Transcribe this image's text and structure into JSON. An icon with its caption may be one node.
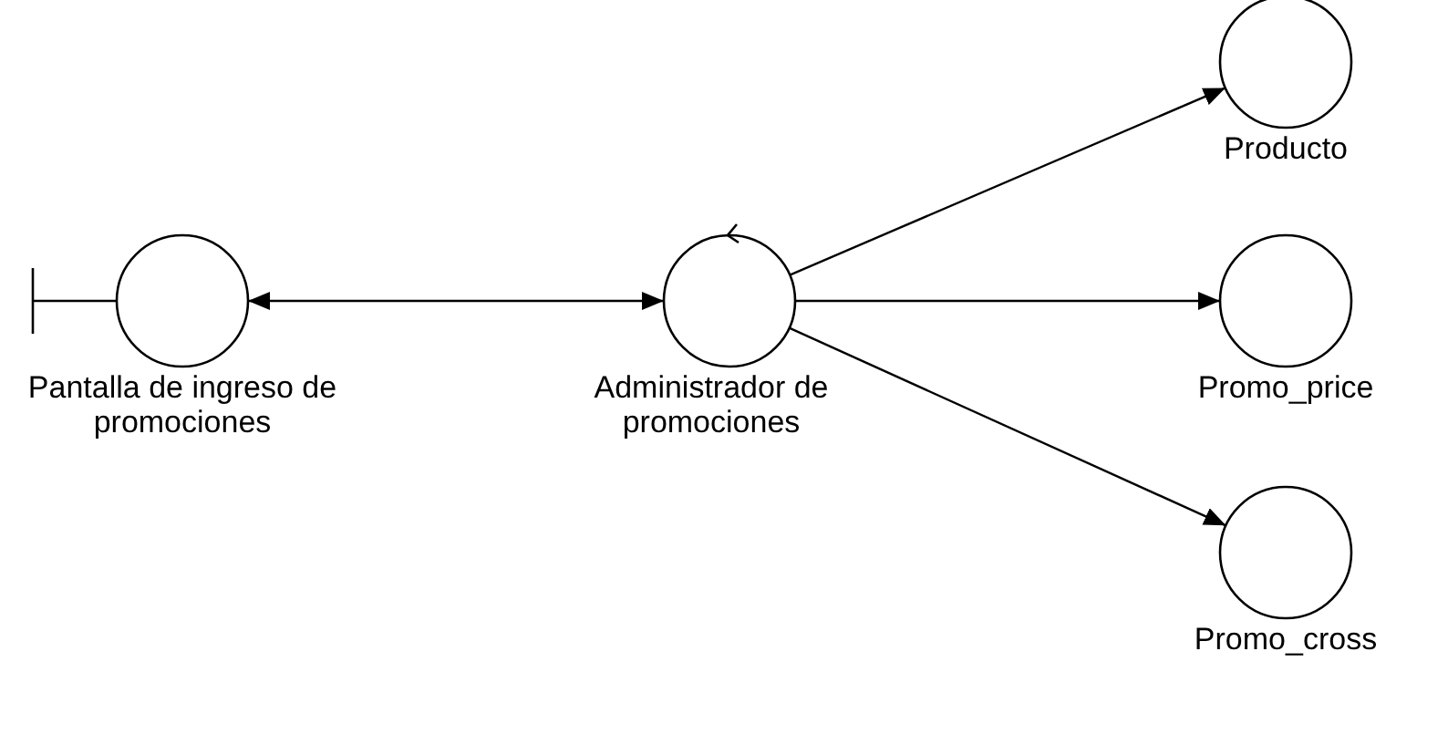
{
  "diagram": {
    "nodes": [
      {
        "text": [
          "Pantalla de ingreso de promociones"
        ]
      },
      {
        "text": [
          "Administrador de promociones"
        ]
      },
      {
        "text": [
          "Producto"
        ]
      },
      {
        "text": [
          "Promo_price"
        ]
      },
      {
        "text": [
          "Promo_cross"
        ]
      }
    ],
    "edges": [
      {
        "from": 0,
        "to": 1,
        "arrow": "both"
      },
      {
        "from": 1,
        "to": 2,
        "arrow": "to"
      },
      {
        "from": 1,
        "to": 3,
        "arrow": "to"
      },
      {
        "from": 1,
        "to": 4,
        "arrow": "to"
      }
    ]
  }
}
